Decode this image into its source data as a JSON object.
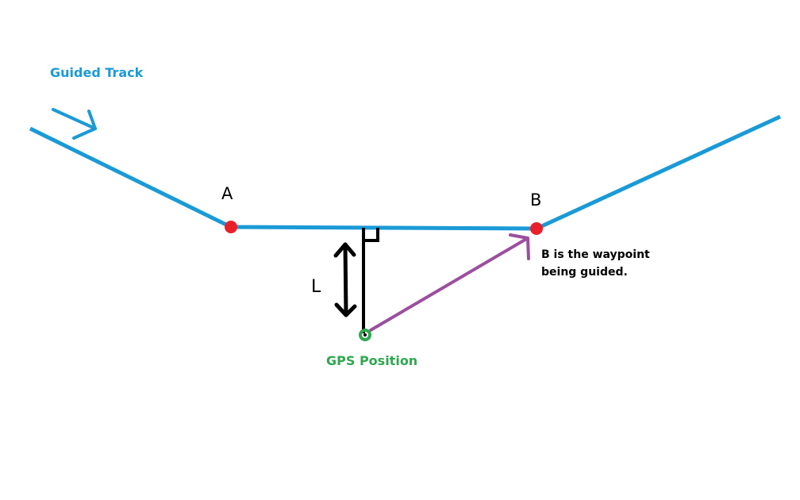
{
  "labels": {
    "track": "Guided Track",
    "point_a": "A",
    "point_b": "B",
    "distance": "L",
    "gps": "GPS Position",
    "note_line1": "B is the waypoint",
    "note_line2": "being guided."
  },
  "colors": {
    "track": "#1a9ad6",
    "waypoint": "#e8202a",
    "gps": "#2fa84f",
    "bearing": "#9b4f9e",
    "ink": "#000000"
  }
}
